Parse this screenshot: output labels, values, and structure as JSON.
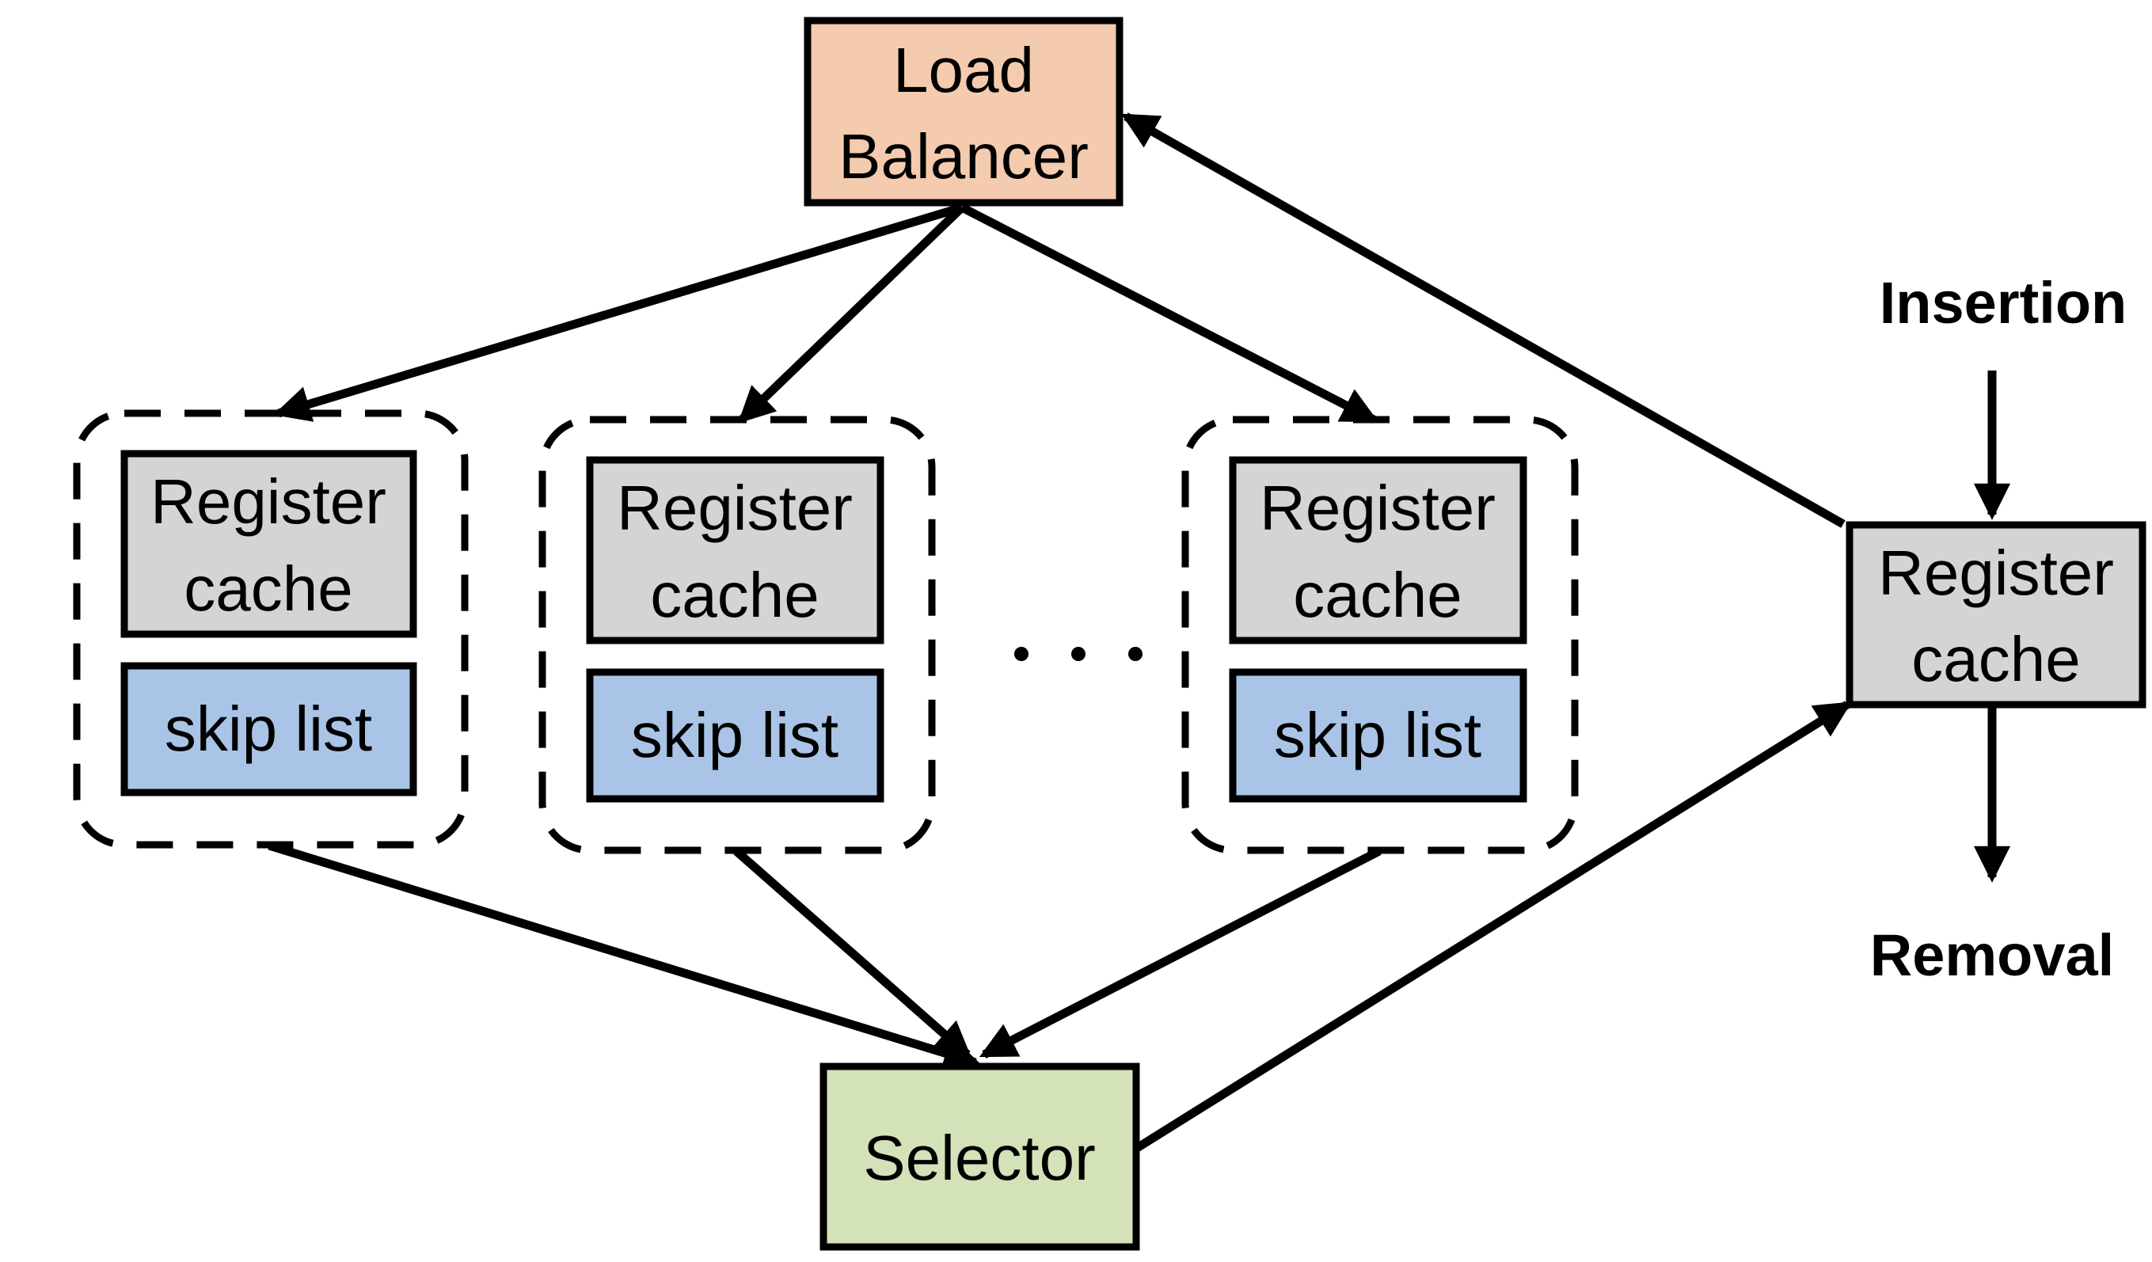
{
  "colors": {
    "load_balancer_fill": "#F4CBAE",
    "register_cache_fill": "#D4D4D4",
    "skip_list_fill": "#A9C4E6",
    "selector_fill": "#D3E2B8",
    "stroke": "#000000"
  },
  "load_balancer": {
    "line1": "Load",
    "line2": "Balancer"
  },
  "groups": [
    {
      "register_line1": "Register",
      "register_line2": "cache",
      "skip_list": "skip list"
    },
    {
      "register_line1": "Register",
      "register_line2": "cache",
      "skip_list": "skip list"
    },
    {
      "register_line1": "Register",
      "register_line2": "cache",
      "skip_list": "skip list"
    }
  ],
  "ellipsis": "...",
  "selector": {
    "label": "Selector"
  },
  "global_register_cache": {
    "line1": "Register",
    "line2": "cache"
  },
  "io_labels": {
    "insertion": "Insertion",
    "removal": "Removal"
  }
}
